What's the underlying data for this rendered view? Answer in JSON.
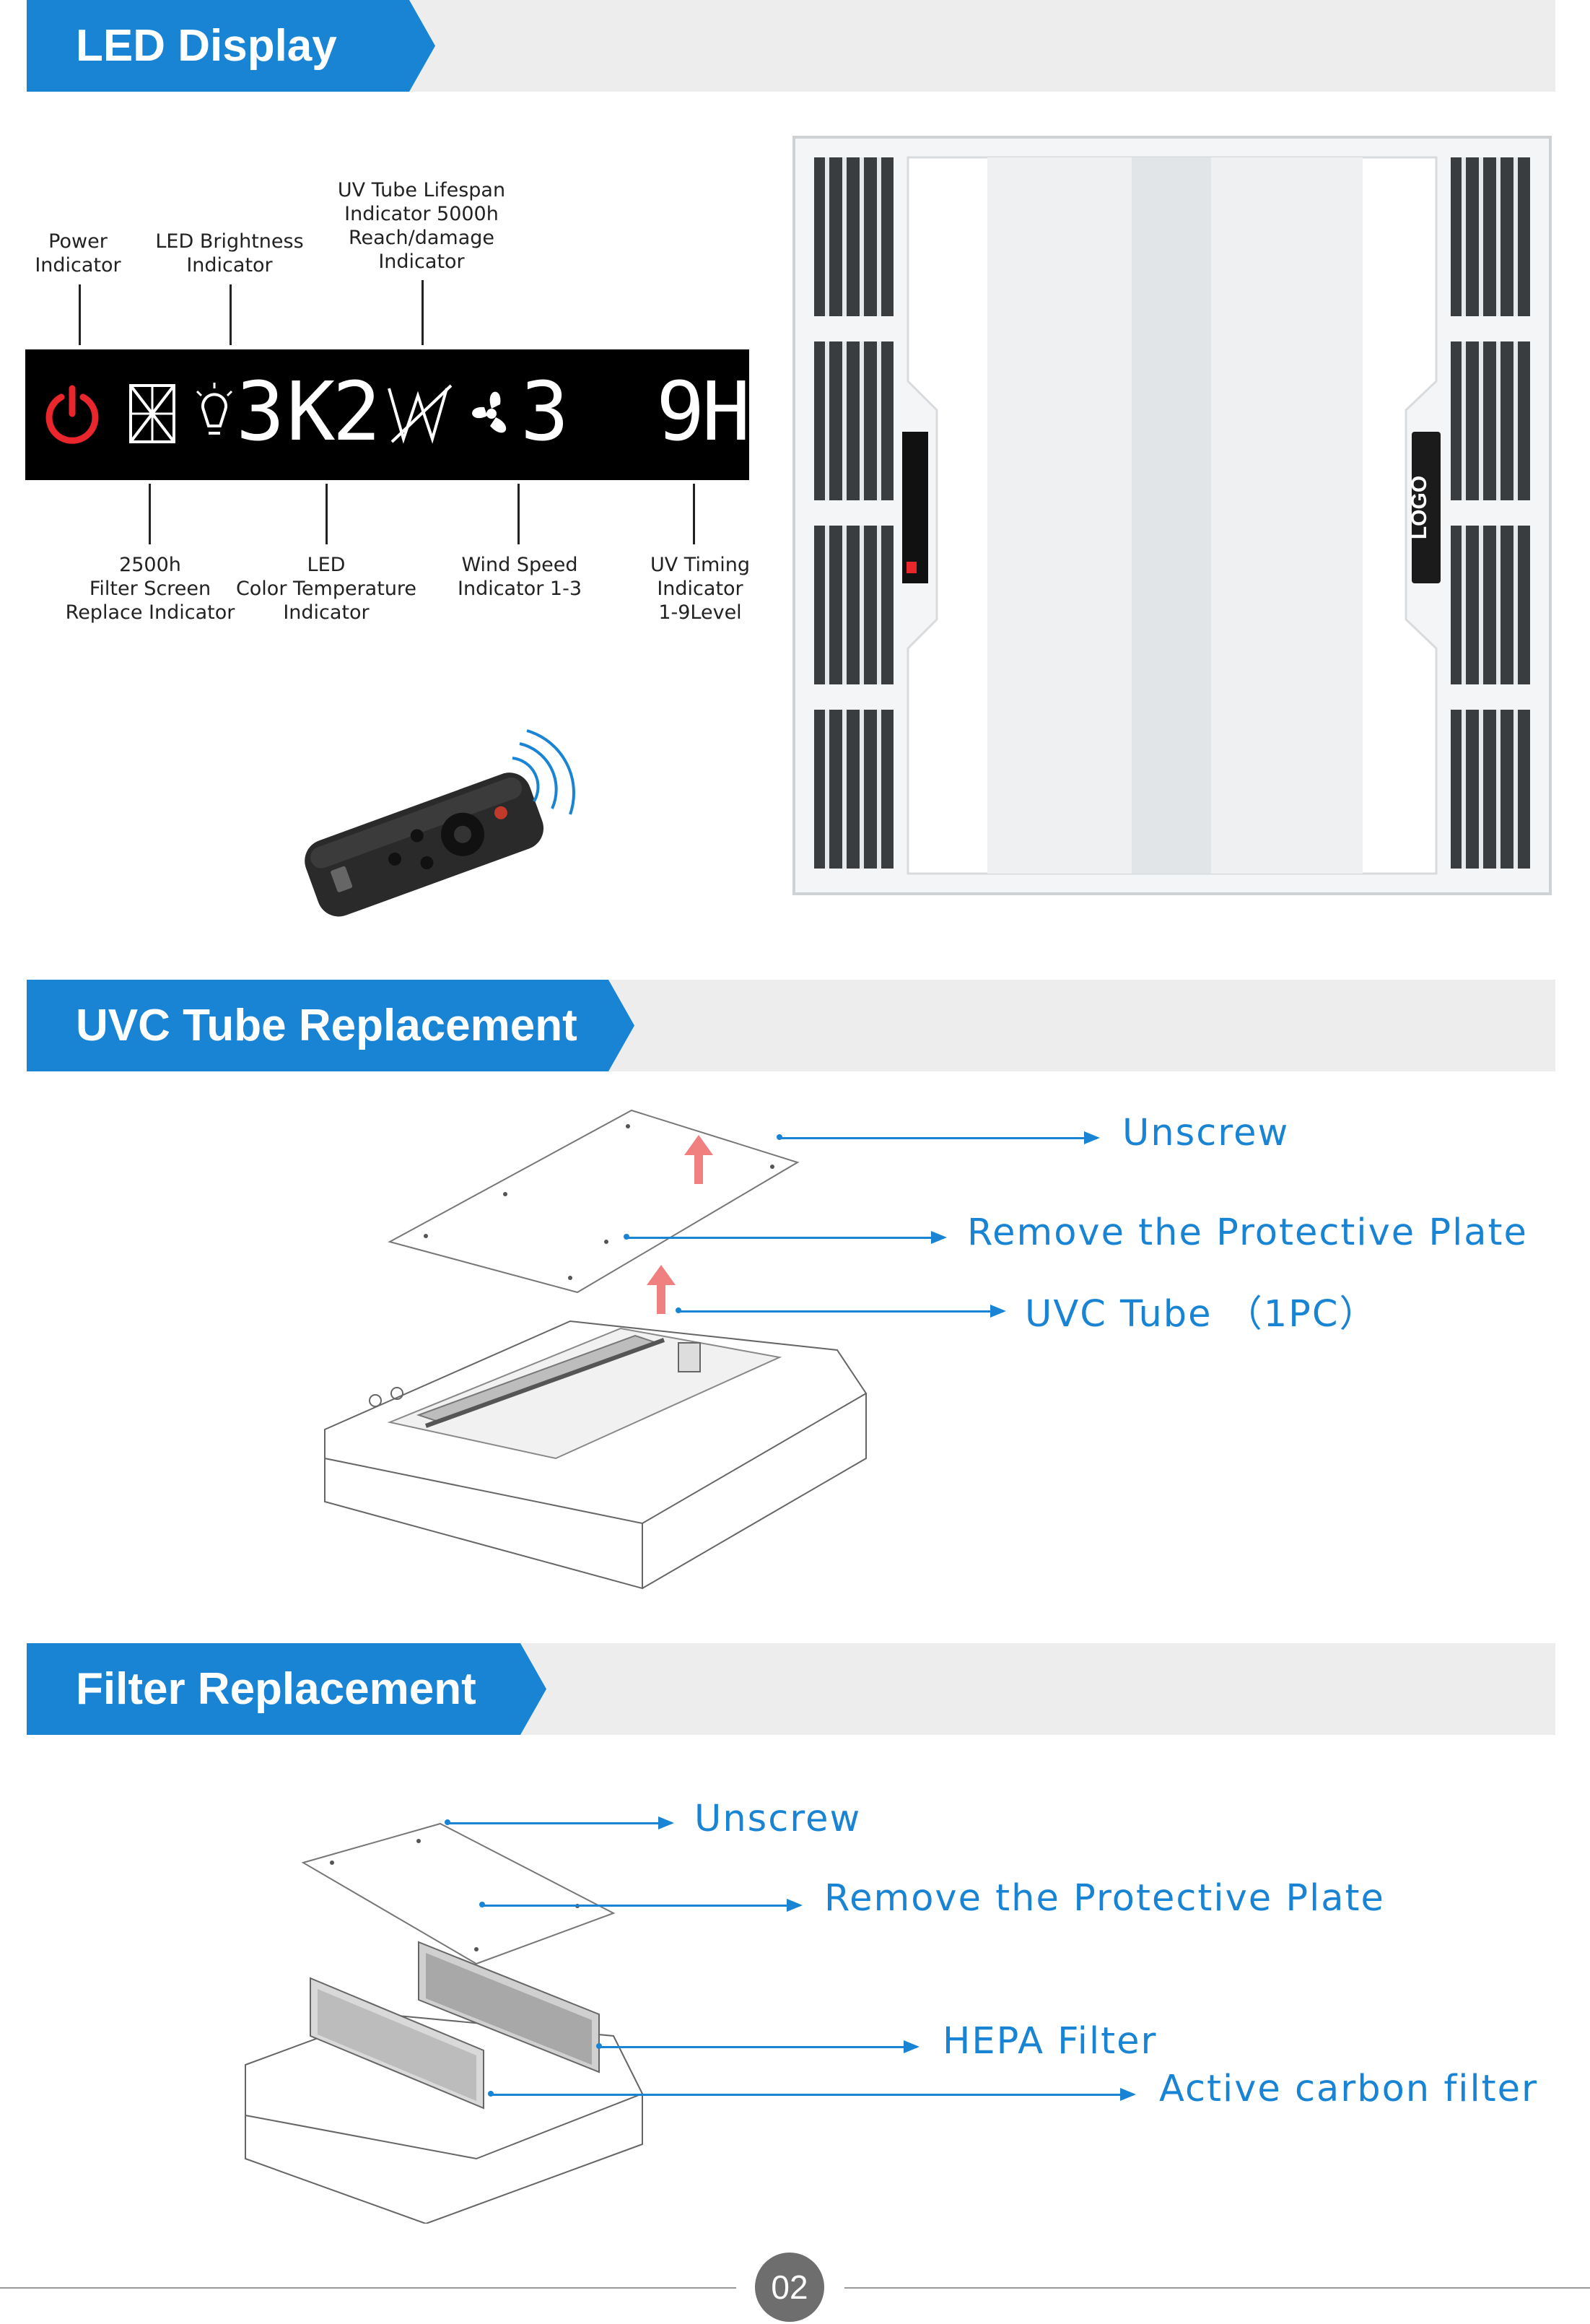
{
  "sections": {
    "led": {
      "title": "LED Display"
    },
    "uvc": {
      "title": "UVC Tube Replacement"
    },
    "filter": {
      "title": "Filter Replacement"
    }
  },
  "led_display": {
    "top_labels": {
      "power": "Power\nIndicator",
      "brightness": "LED Brightness\nIndicator",
      "uv_lifespan": "UV Tube Lifespan\nIndicator 5000h\nReach/damage\nIndicator"
    },
    "bottom_labels": {
      "filter": "2500h\nFilter Screen\nReplace Indicator",
      "color_temp": "LED\nColor Temperature\nIndicator",
      "wind": "Wind Speed\nIndicator 1-3",
      "uv_timing": "UV Timing\nIndicator\n1-9Level"
    },
    "segments": {
      "brightness": "3",
      "color_temp": "K2",
      "wind": "3",
      "timing": "9H"
    },
    "colors": {
      "power": "#e8262b",
      "panel": "#000000",
      "digits": "#ffffff"
    }
  },
  "product": {
    "logo_text": "LOGO"
  },
  "uvc": {
    "callouts": {
      "unscrew": "Unscrew",
      "remove": "Remove the Protective Plate",
      "tube": "UVC Tube （1PC）"
    }
  },
  "filter": {
    "callouts": {
      "unscrew": "Unscrew",
      "remove": "Remove the Protective Plate",
      "hepa": "HEPA Filter",
      "carbon": "Active carbon filter"
    }
  },
  "footer": {
    "page_number": "02"
  },
  "colors": {
    "accent": "#1a84d4",
    "banner_bg": "#ededed"
  }
}
